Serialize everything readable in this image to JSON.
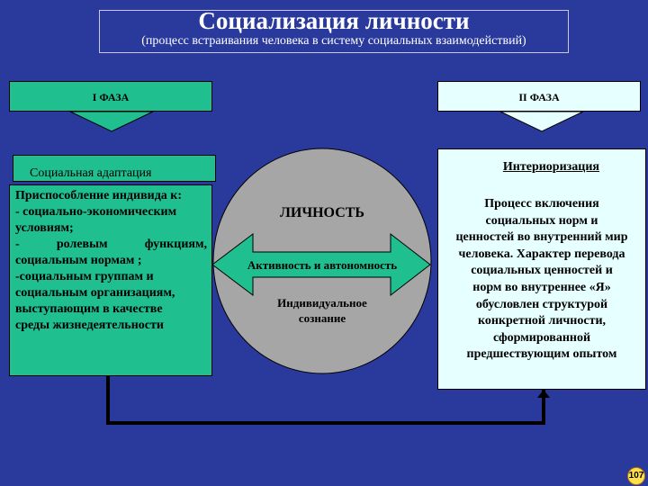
{
  "header": {
    "title": "Социализация личности",
    "subtitle": "(процесс встраивания человека в систему социальных взаимодействий)"
  },
  "phases": {
    "phase1": "I ФАЗА",
    "phase2": "II ФАЗА"
  },
  "adaptation": {
    "heading": "Социальная адаптация",
    "lines": [
      "Приспособление индивида к:",
      "- социально-экономическим",
      "условиям;",
      [
        "-",
        "ролевым",
        "функциям,"
      ],
      "социальным нормам ;",
      "-социальным группам и",
      "социальным организациям,",
      "выступающим в качестве",
      "среды жизнедеятельности"
    ]
  },
  "personality": {
    "title": "ЛИЧНОСТЬ",
    "activity": "Активность и автономность",
    "consciousness_line1": "Индивидуальное",
    "consciousness_line2": "сознание"
  },
  "interiorization": {
    "heading": "Интериоризация",
    "lines": [
      "Процесс включения",
      "социальных норм и",
      "ценностей во внутренний мир",
      "человека. Характер перевода",
      "социальных ценностей и",
      "норм во внутреннее «Я»",
      "обусловлен структурой",
      "конкретной личности,",
      "сформированной",
      "предшествующим опытом"
    ]
  },
  "page_number": "107",
  "colors": {
    "background": "#2a3a9c",
    "green": "#1fbf8f",
    "light_cyan": "#e6ffff",
    "ellipse": "#a6a6a6",
    "connector": "#000000"
  }
}
